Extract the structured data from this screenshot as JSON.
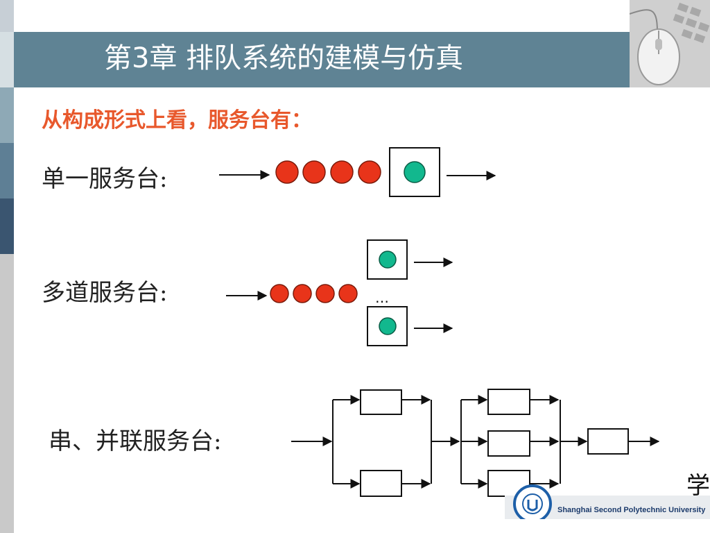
{
  "slide": {
    "title": "第3章 排队系统的建模与仿真",
    "subtitle": "从构成形式上看，服务台有：",
    "colors": {
      "title_bar": "#5f8394",
      "subtitle": "#e8582c",
      "queue_customer": "#e8341a",
      "server_customer": "#12b88e"
    }
  },
  "rows": {
    "single": {
      "label": "单一服务台:"
    },
    "multi": {
      "label": "多道服务台:",
      "ellipsis": "…"
    },
    "serial": {
      "label": "串、并联服务台:"
    }
  },
  "footer": {
    "university": "Shanghai Second Polytechnic University",
    "logo_char": "学",
    "logo_icon": "university-seal-icon"
  }
}
